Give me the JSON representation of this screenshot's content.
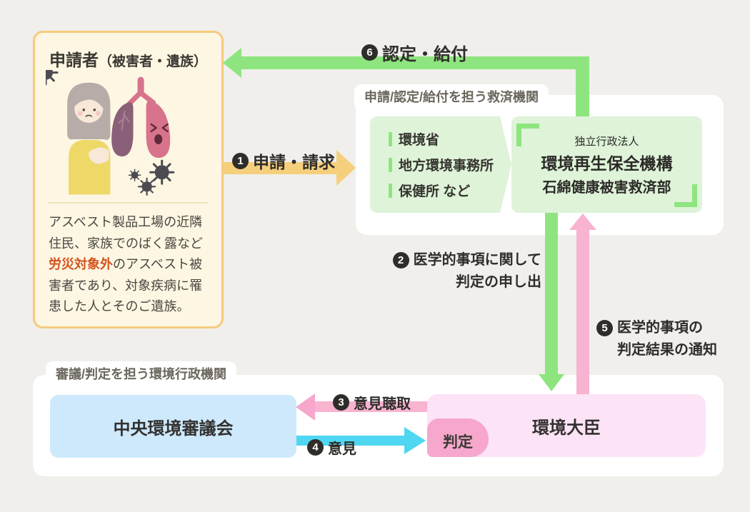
{
  "colors": {
    "background": "#f0efeb",
    "card_white": "#ffffff",
    "arrow_green": "#8ee57f",
    "box_green_light": "#def3d8",
    "arrow_pink": "#f8b3d1",
    "badge_pink": "#f6a7cb",
    "box_pink_light": "#fce3f6",
    "arrow_blue": "#4fd7f1",
    "box_blue_light": "#cde9fb",
    "arrow_yellow": "#f6cf7c",
    "applicant_bg": "#fdf6e2",
    "applicant_border": "#f4cb7d",
    "highlight_text": "#d4531d"
  },
  "applicant_card": {
    "title_main": "申請者",
    "title_sub": "（被害者・遺族）",
    "description_before": "アスベスト製品工場の近隣住民、家族でのばく露など",
    "description_highlight": "労災対象外",
    "description_after": "のアスベスト被害者であり、対象疾病に罹患した人とそのご遺族。"
  },
  "relief_card": {
    "tab_title": "申請/認定/給付を担う救済機関",
    "gateway_box": {
      "items": [
        "環境省",
        "地方環境事務所",
        "保健所 など"
      ]
    },
    "agency_box": {
      "subtitle": "独立行政法人",
      "title": "環境再生保全機構",
      "department": "石綿健康被害救済部"
    }
  },
  "admin_card": {
    "tab_title": "審議/判定を担う環境行政機関",
    "council_box": "中央環境審議会",
    "minister_box": "環境大臣",
    "minister_badge": "判定"
  },
  "steps": {
    "s1": {
      "num": "1",
      "label": "申請・請求"
    },
    "s2": {
      "num": "2",
      "line1": "医学的事項に関して",
      "line2": "判定の申し出"
    },
    "s3": {
      "num": "3",
      "label": "意見聴取"
    },
    "s4": {
      "num": "4",
      "label": "意見"
    },
    "s5": {
      "num": "5",
      "line1": "医学的事項の",
      "line2": "判定結果の通知"
    },
    "s6": {
      "num": "6",
      "label": "認定・給付"
    }
  }
}
